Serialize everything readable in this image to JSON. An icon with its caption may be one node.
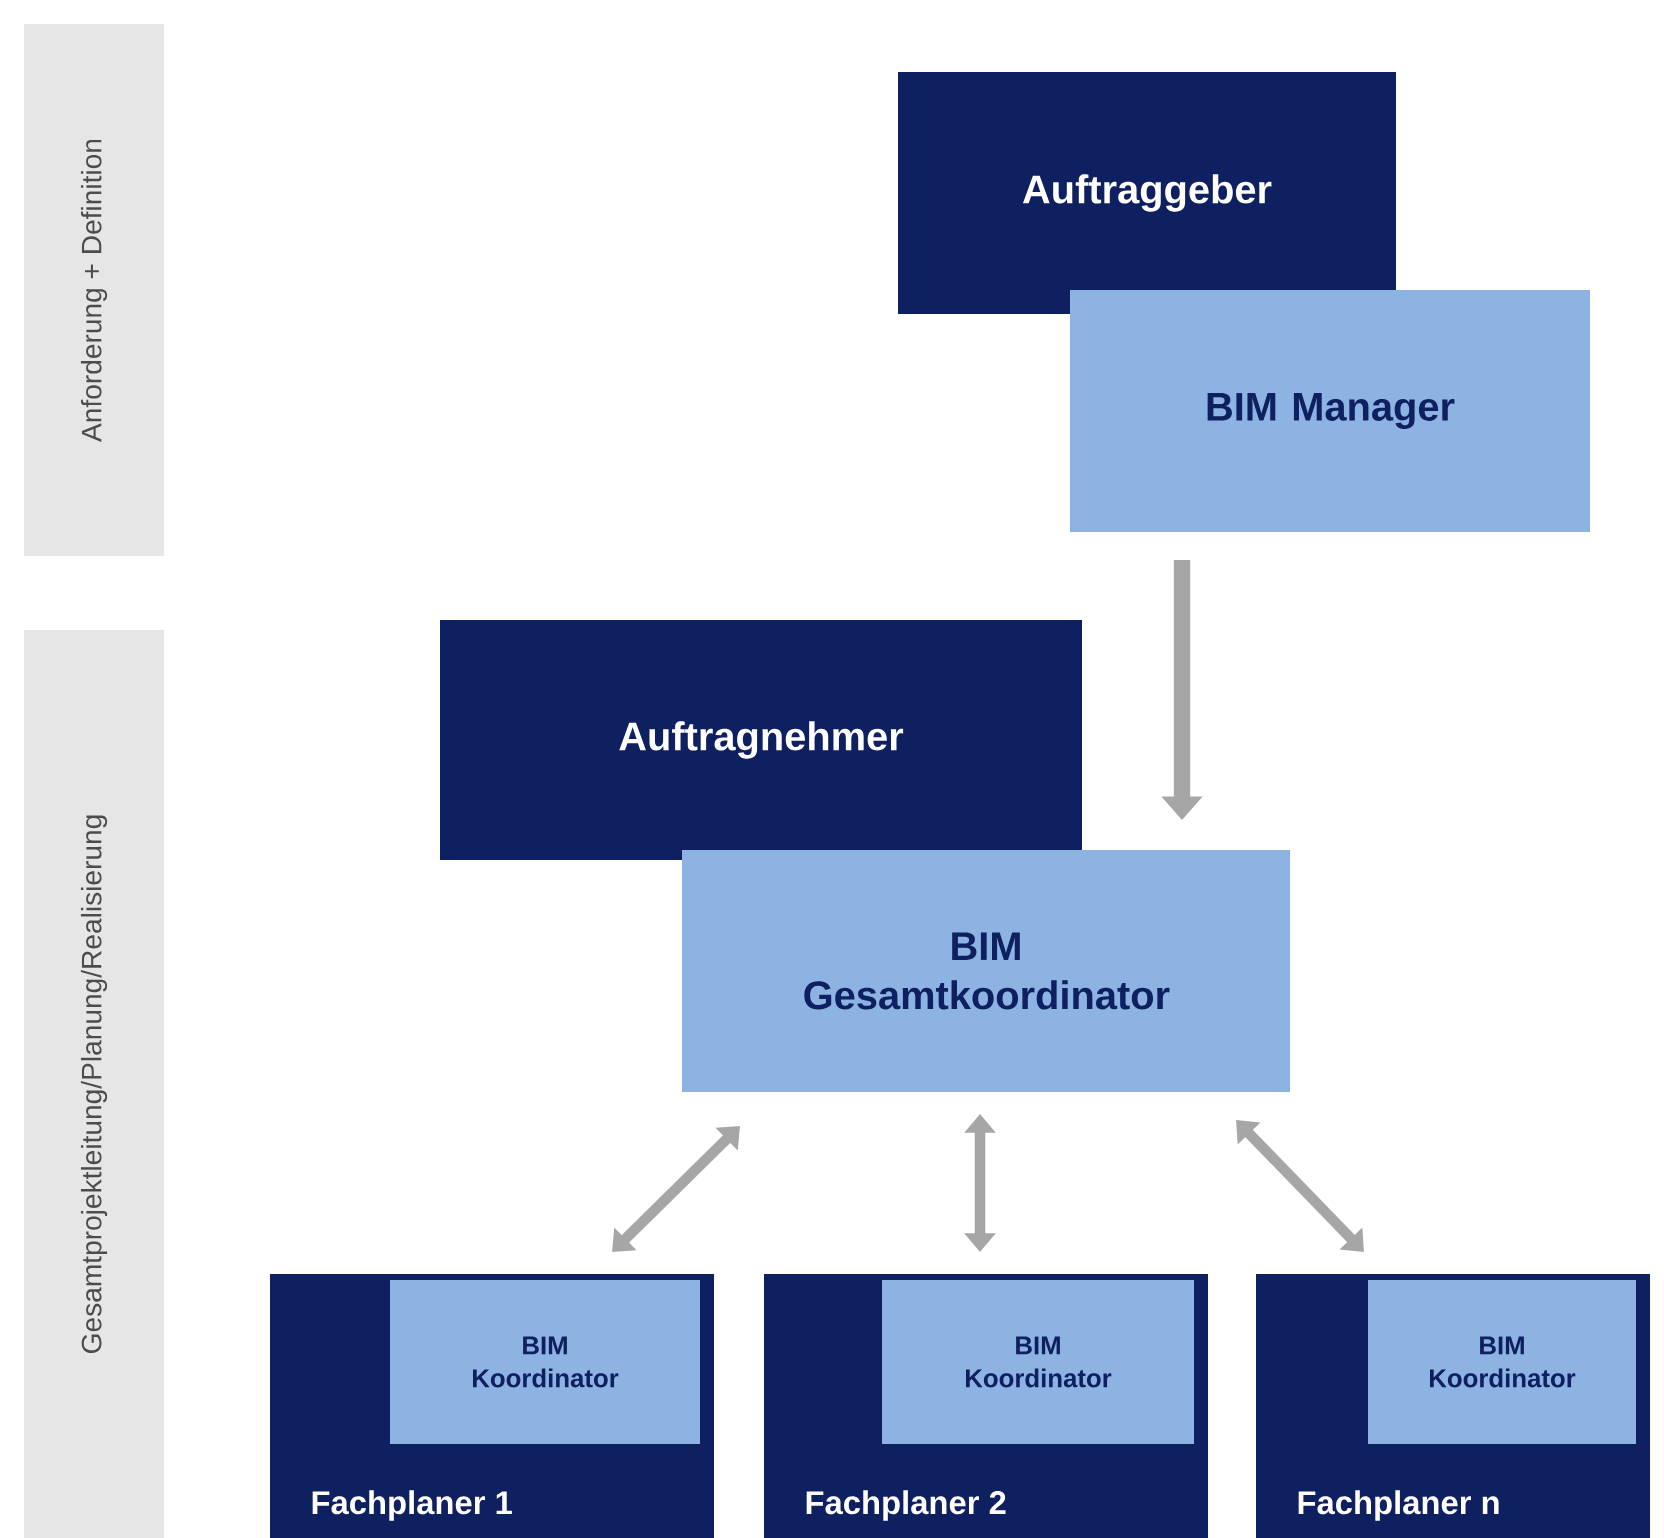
{
  "diagram": {
    "nodes": [
      {
        "text": [
          "Anforderung + Definition"
        ]
      },
      {
        "text": [
          "Auftraggeber"
        ]
      },
      {
        "text": [
          "BIM Manager"
        ]
      },
      {
        "text": [
          "Gesamtprojektleitung/Planung/Realisierung"
        ]
      },
      {
        "text": [
          "Auftragnehmer"
        ]
      },
      {
        "text": [
          "BIM Gesamtkoordinator"
        ]
      },
      {
        "text": [
          "Fachplaner 1"
        ]
      },
      {
        "text": [
          "BIM Koordinator"
        ],
        "in": 6
      },
      {
        "text": [
          "Fachplaner 2"
        ]
      },
      {
        "text": [
          "BIM Koordinator"
        ],
        "in": 8
      },
      {
        "text": [
          "Fachplaner n"
        ]
      },
      {
        "text": [
          "BIM Koordinator"
        ],
        "in": 10
      }
    ],
    "edges": [
      {
        "from": 2,
        "to": 5,
        "arrow": "to"
      },
      {
        "from": 5,
        "to": 6,
        "arrow": "both"
      },
      {
        "from": 5,
        "to": 8,
        "arrow": "both"
      },
      {
        "from": 5,
        "to": 10,
        "arrow": "both"
      }
    ]
  }
}
